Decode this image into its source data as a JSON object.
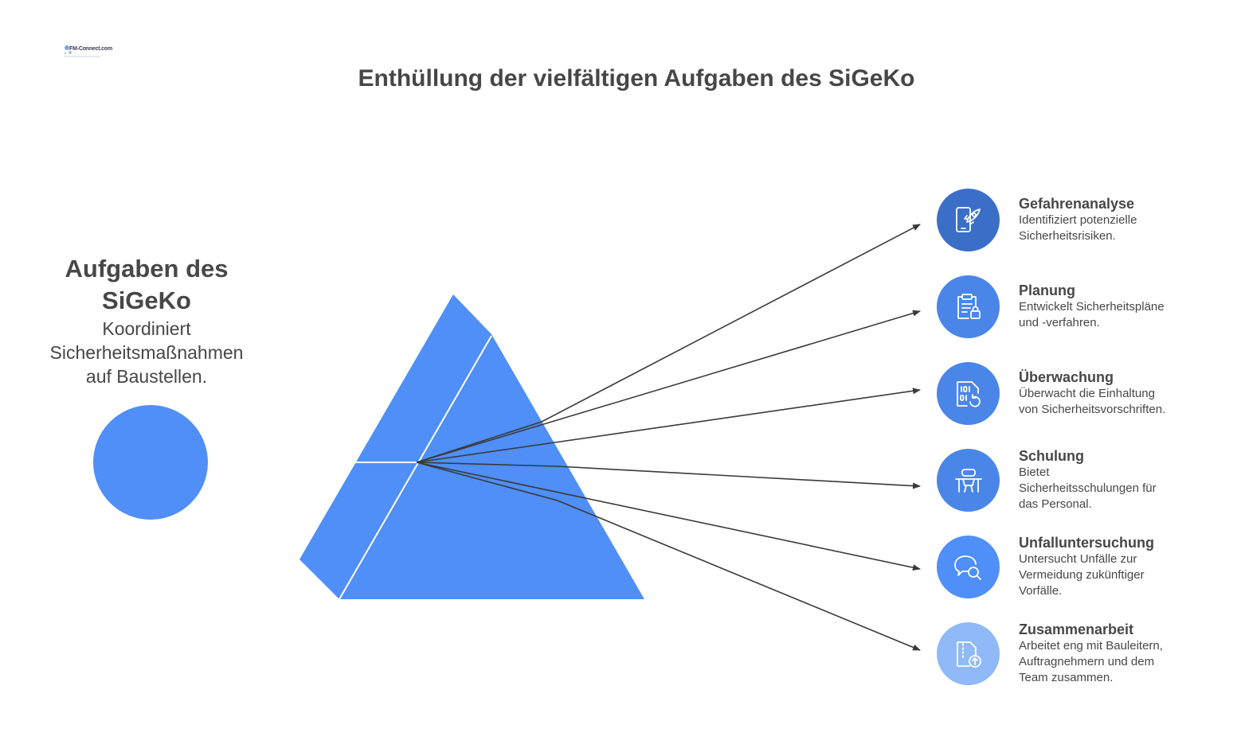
{
  "logo": {
    "text": "FM-Connect.com"
  },
  "title": "Enthüllung der vielfältigen Aufgaben des SiGeKo",
  "left": {
    "heading_line1": "Aufgaben des",
    "heading_line2": "SiGeKo",
    "desc_line1": "Koordiniert",
    "desc_line2": "Sicherheitsmaßnahmen",
    "desc_line3": "auf Baustellen."
  },
  "colors": {
    "primary": "#4f8ff7",
    "arrow": "#3a3a3a",
    "icon_dark": "#3b6fc7",
    "icon_mid": "#4a86e8",
    "icon_light": "#8fb9f7"
  },
  "items": [
    {
      "title": "Gefahrenanalyse",
      "desc": [
        "Identifiziert potenzielle",
        "Sicherheitsrisiken."
      ],
      "icon": "phone-rocket-icon"
    },
    {
      "title": "Planung",
      "desc": [
        "Entwickelt Sicherheitspläne",
        "und -verfahren."
      ],
      "icon": "clipboard-lock-icon"
    },
    {
      "title": "Überwachung",
      "desc": [
        "Überwacht die Einhaltung",
        "von Sicherheitsvorschriften."
      ],
      "icon": "binary-file-refresh-icon"
    },
    {
      "title": "Schulung",
      "desc": [
        "Bietet",
        "Sicherheitsschulungen für",
        "das Personal."
      ],
      "icon": "desk-chair-icon"
    },
    {
      "title": "Unfalluntersuchung",
      "desc": [
        "Untersucht Unfälle zur",
        "Vermeidung zukünftiger",
        "Vorfälle."
      ],
      "icon": "chat-search-icon"
    },
    {
      "title": "Zusammenarbeit",
      "desc": [
        "Arbeitet eng mit Bauleitern,",
        "Auftragnehmern und dem",
        "Team zusammen."
      ],
      "icon": "file-upload-icon"
    }
  ]
}
